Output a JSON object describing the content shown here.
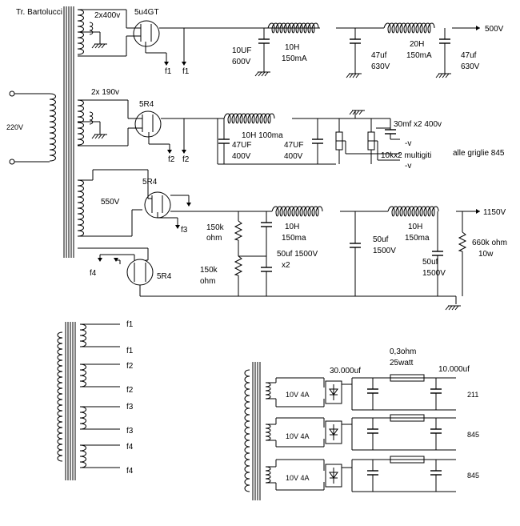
{
  "labels": {
    "title": "Tr. Bartolucci",
    "mains": "220V",
    "sec1": "2x400v",
    "tube1": "5u4GT",
    "f1a": "f1",
    "f1b": "f1",
    "c1": "10UF",
    "c1v": "600V",
    "l1": "10H",
    "l1i": "150mA",
    "c2": "47uf",
    "c2v": "630V",
    "l2": "20H",
    "l2i": "150mA",
    "c3": "47uf",
    "c3v": "630V",
    "out1": "500V",
    "sec2": "2x 190v",
    "tube2": "5R4",
    "f2a": "f2",
    "f2b": "f2",
    "l3": "10H 100ma",
    "c4": "47UF",
    "c4v": "400V",
    "c5": "47UF",
    "c5v": "400V",
    "c6": "30mf x2 400v",
    "pot": "10kx2 multigiti",
    "neg1": "-v",
    "neg2": "-v",
    "grids": "alle griglie 845",
    "sec3": "550V",
    "tube3": "5R4",
    "f3": "f3",
    "r1": "150k",
    "r1u": "ohm",
    "r2": "150k",
    "r2u": "ohm",
    "l4": "10H",
    "l4i": "150ma",
    "c7": "50uf 1500V",
    "c7n": "x2",
    "c8": "50uf",
    "c8v": "1500V",
    "l5": "10H",
    "l5i": "150ma",
    "c9": "50uf",
    "c9v": "1500V",
    "r3": "660k ohm",
    "r3w": "10w",
    "out2": "1150V",
    "f4": "f4",
    "tube4": "5R4",
    "fil1a": "f1",
    "fil1b": "f1",
    "fil2a": "f2",
    "fil2b": "f2",
    "fil3a": "f3",
    "fil3b": "f3",
    "fil4a": "f4",
    "fil4b": "f4",
    "cap30": "30.000uf",
    "res03": "0,3ohm",
    "res25": "25watt",
    "cap10": "10.000uf",
    "ps1": "10V 4A",
    "ps2": "10V 4A",
    "ps3": "10V 4A",
    "o211": "211",
    "o845a": "845",
    "o845b": "845"
  }
}
